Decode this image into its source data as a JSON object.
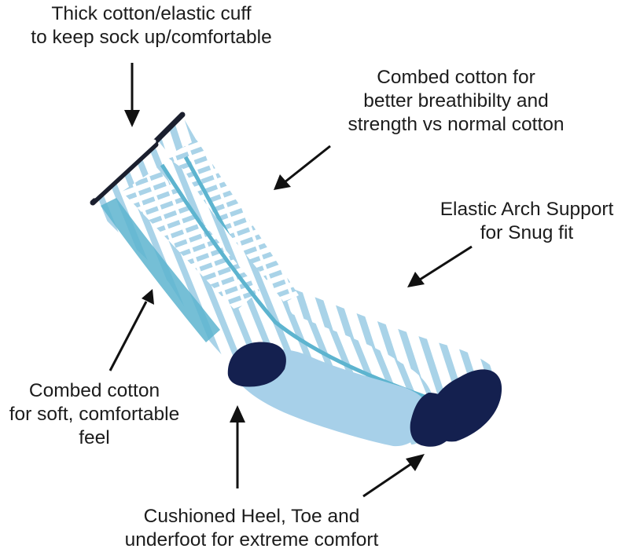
{
  "colors": {
    "sock_white": "#ffffff",
    "stripe_light_blue": "#a9d3e8",
    "stripe_teal": "#5db4cf",
    "heel_toe_navy": "#14204f",
    "sole_blue": "#a7d0e9",
    "cuff_band": "#1b1f2e",
    "arrow": "#111111",
    "text": "#1c1c1c"
  },
  "callouts": {
    "cuff": {
      "lines": [
        "Thick cotton/elastic cuff",
        "to keep sock up/comfortable"
      ],
      "icon": "arrow-down-icon"
    },
    "combed_breath": {
      "lines": [
        "Combed cotton for",
        "better breathibilty and",
        "strength vs normal cotton"
      ],
      "icon": "arrow-down-left-icon"
    },
    "arch": {
      "lines": [
        "Elastic Arch Support",
        "for Snug fit"
      ],
      "icon": "arrow-down-left-icon"
    },
    "combed_soft": {
      "lines": [
        "Combed cotton",
        "for soft, comfortable",
        "feel"
      ],
      "icon": "arrow-up-right-icon"
    },
    "cushion": {
      "lines": [
        "Cushioned Heel, Toe and",
        "underfoot for extreme comfort"
      ],
      "icon_up": "arrow-up-icon",
      "icon_diag": "arrow-up-right-icon"
    }
  },
  "images": {
    "sock_pair": "sock-pair-illustration"
  }
}
